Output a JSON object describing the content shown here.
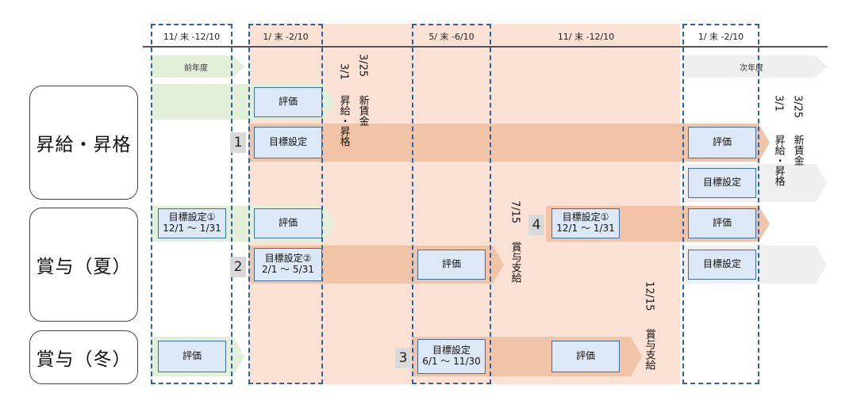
{
  "periods": [
    "11/ 末 -12/10",
    "1/ 末 -2/10",
    "5/ 末 -6/10",
    "11/ 末 -12/10",
    "1/ 末 -2/10"
  ],
  "fiscal": {
    "prev": "前年度",
    "next": "次年度"
  },
  "rows": {
    "shokyu": "昇給・昇格",
    "summer": "賞与（夏）",
    "winter": "賞与（冬）"
  },
  "boxes": {
    "eval": "評価",
    "goal": "目標設定",
    "goal1": "目標設定①",
    "goal2": "目標設定②",
    "goal3": "目標設定",
    "range1": "12/1 ～ 1/31",
    "range2": "2/1 ～ 5/31",
    "range3": "6/1 ～ 11/30"
  },
  "badges": [
    "1",
    "2",
    "3",
    "4"
  ],
  "events": {
    "date_0301": "3/1",
    "date_0325": "3/25",
    "promo": "昇給・昇格",
    "newwage": "新賃金",
    "date_0715": "7/15",
    "date_1215": "12/15",
    "bonus_pay": "賞与支給"
  }
}
